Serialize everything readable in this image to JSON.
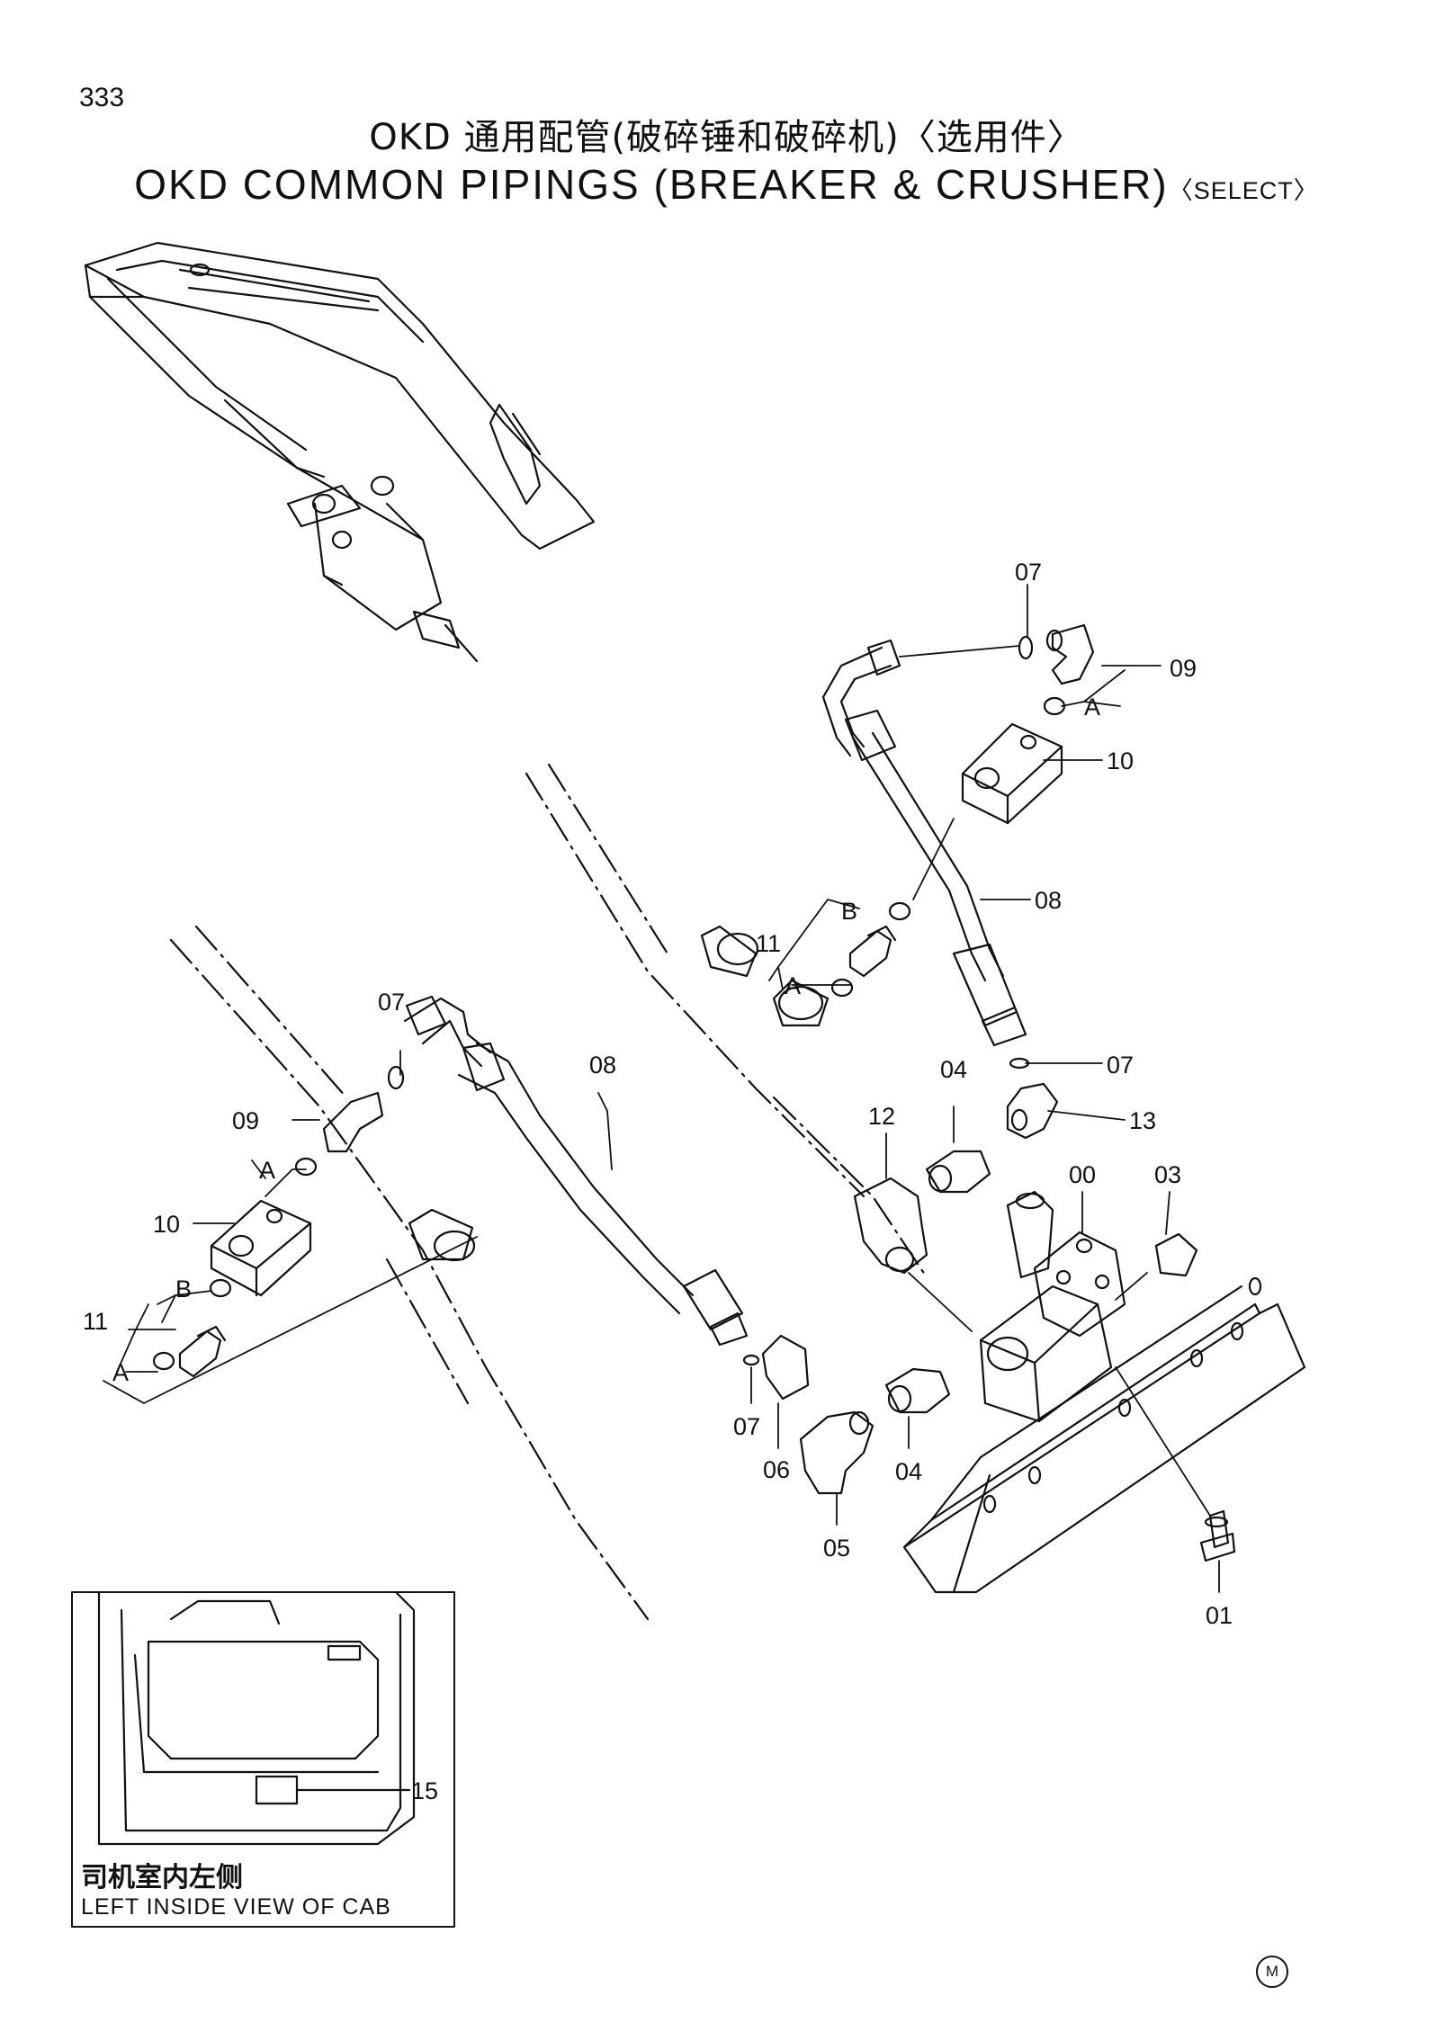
{
  "page_number": "333",
  "title_cn": "OKD 通用配管(破碎锤和破碎机)〈选用件〉",
  "title_en_main": "OKD COMMON PIPINGS (BREAKER & CRUSHER)",
  "title_en_select": "〈SELECT〉",
  "labels": {
    "p07_top": "07",
    "p09_top": "09",
    "a_top": "A",
    "p10_top": "10",
    "p08_right": "08",
    "b_mid": "B",
    "p11_mid": "11",
    "a_mid": "A",
    "p07_right": "07",
    "p04_top": "04",
    "p13": "13",
    "p12": "12",
    "p00": "00",
    "p03": "03",
    "p07_left": "07",
    "p08_left": "08",
    "p09_left": "09",
    "a_left": "A",
    "p10_left": "10",
    "b_left": "B",
    "p11_left": "11",
    "a_left2": "A",
    "p07_bot": "07",
    "p06": "06",
    "p05": "05",
    "p04_bot": "04",
    "p01": "01",
    "p15": "15"
  },
  "inset": {
    "caption_cn": "司机室内左侧",
    "caption_en": "LEFT INSIDE VIEW OF CAB"
  },
  "corner_mark": "M"
}
